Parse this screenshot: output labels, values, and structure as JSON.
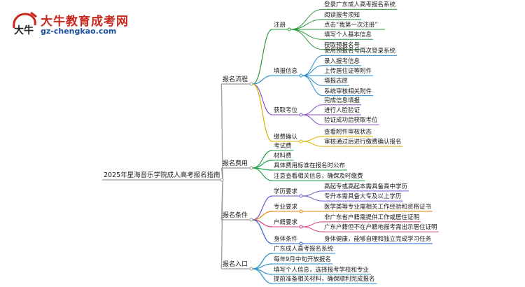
{
  "brand": {
    "name": "大牛教育成考网",
    "url": "gz-chengkao.com",
    "mark_text": "大牛"
  },
  "colors": {
    "line": "#9a9a9a",
    "c1": "#2e9b3a",
    "c2": "#2b8fc4",
    "c3": "#8a4fc4",
    "c4": "#d8b400",
    "c5": "#20a14b",
    "c6": "#d23c82",
    "c7": "#6a5acd",
    "c8": "#e08a00",
    "c9": "#2a62c8",
    "c10": "#d64f1c"
  },
  "root": {
    "label": "2025年星海音乐学院成人高考报名指南"
  },
  "branches": [
    {
      "label": "报名流程",
      "children": [
        {
          "label": "注册",
          "children": [
            "登录广东成人高考报名系统",
            "阅读报考须知",
            "点击“我第一次注册”",
            "填写个人基本信息",
            "获取预报名号"
          ]
        },
        {
          "label": "填报信息",
          "children": [
            "使用预报名号再次登录系统",
            "录入报考信息",
            "上传居住证等附件",
            "填报志愿",
            "系统审核相关附件"
          ]
        },
        {
          "label": "获取考位",
          "children": [
            "完成信息填报",
            "进行人脸验证",
            "验证成功后获取考位"
          ]
        },
        {
          "label": "缴费确认",
          "children": [
            "查看附件审核状态",
            "审核通过后进行缴费确认报名"
          ]
        }
      ]
    },
    {
      "label": "报名费用",
      "children": [
        {
          "label": "考试费",
          "children": []
        },
        {
          "label": "材料费",
          "children": []
        },
        {
          "label": "具体费用标准在报名时公布",
          "children": []
        },
        {
          "label": "注意查看相关信息，确保及时缴费",
          "children": []
        }
      ]
    },
    {
      "label": "报名条件",
      "children": [
        {
          "label": "学历要求",
          "children": [
            "高起专或高起本需具备高中学历",
            "专升本需具备大专及以上学历"
          ]
        },
        {
          "label": "专业要求",
          "children": [
            "医学类等专业需相关工作经验和资格证书"
          ]
        },
        {
          "label": "户籍要求",
          "children": [
            "非广东省户籍需提供工作或居住证明",
            "广东户籍但不在户籍地报考需出示居住证明"
          ]
        },
        {
          "label": "身体条件",
          "children": [
            "身体健康，能够自理和独立完成学习任务"
          ]
        }
      ]
    },
    {
      "label": "报名入口",
      "children": [
        {
          "label": "广东成人高考报名系统",
          "children": []
        },
        {
          "label": "每年9月中旬开放报名",
          "children": []
        },
        {
          "label": "填写个人信息，选择报考学校和专业",
          "children": []
        },
        {
          "label": "提前准备相关材料，确保顺利完成报名",
          "children": []
        }
      ]
    }
  ]
}
